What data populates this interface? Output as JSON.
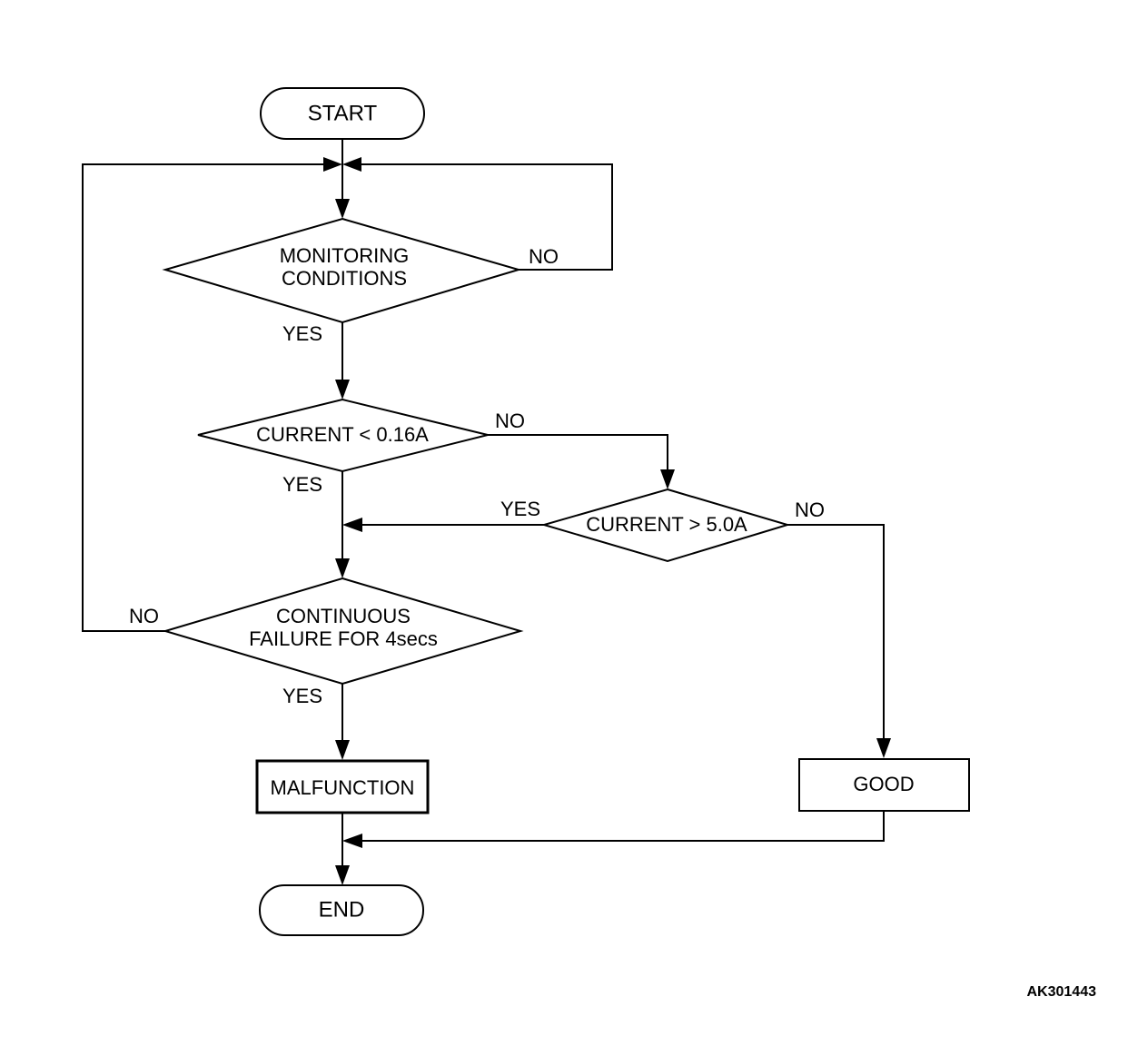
{
  "nodes": {
    "start": "START",
    "monitoring": [
      "MONITORING",
      "CONDITIONS"
    ],
    "current_low": "CURRENT < 0.16A",
    "current_high": "CURRENT > 5.0A",
    "continuous": [
      "CONTINUOUS",
      "FAILURE FOR 4secs"
    ],
    "malfunction": "MALFUNCTION",
    "good": "GOOD",
    "end": "END"
  },
  "edges": {
    "monitoring_no": "NO",
    "monitoring_yes": "YES",
    "current_low_no": "NO",
    "current_low_yes": "YES",
    "current_high_yes": "YES",
    "current_high_no": "NO",
    "continuous_no": "NO",
    "continuous_yes": "YES"
  },
  "figure_id": "AK301443"
}
